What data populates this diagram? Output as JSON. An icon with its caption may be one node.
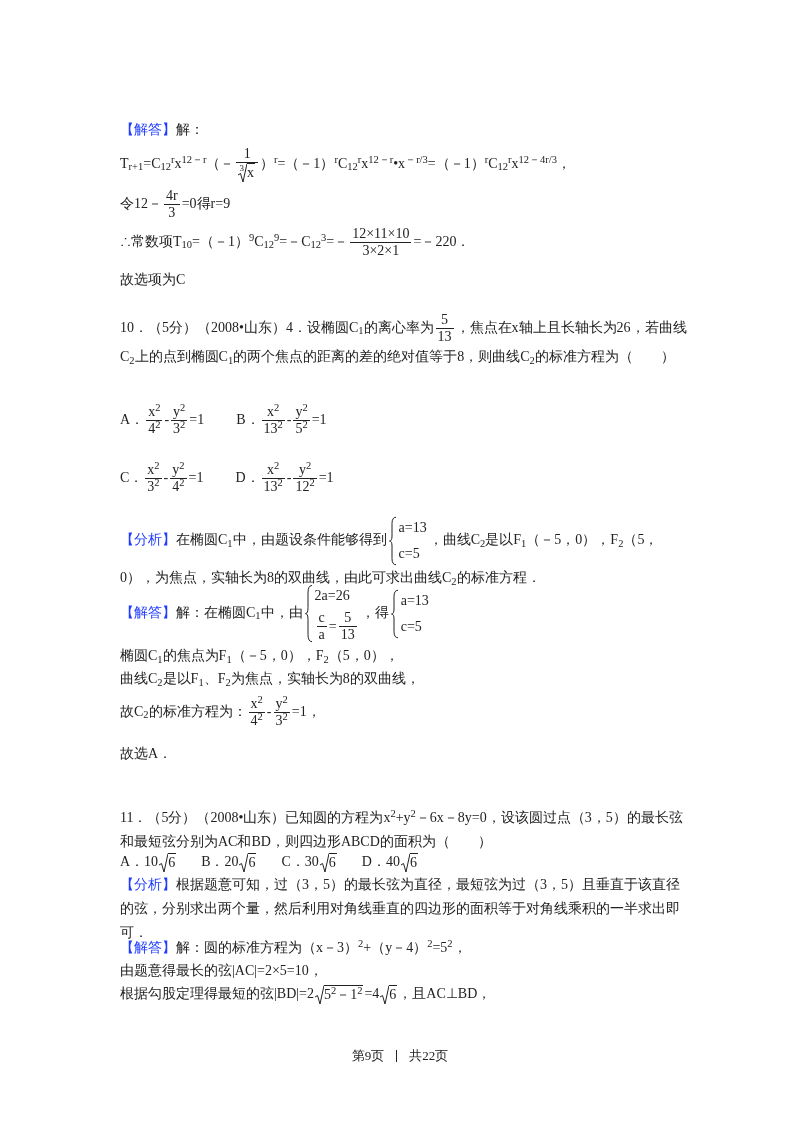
{
  "diagram": {
    "labels": [
      "【解答】",
      "解：",
      "T$_{r+1}$=C$_{12}$$^{r}$x$^{12－r}$（－",
      "1",
      "3",
      "x",
      "）$^{r}$=（－1）$^{r}$C$_{12}$$^{r}$x$^{12－r}$•x$^{－r/3}$=（－1）$^{r}$C$_{12}$$^{r}$x$^{12－4r/3}$，",
      "令12－",
      "4r",
      "3",
      "=0得r=9",
      "∴常数项T$_{10}$=（－1）$^{9}$C$_{12}$$^{9}$=－C$_{12}$$^{3}$=－",
      "12×11×10",
      "3×2×1",
      "=－220．",
      "故选项为C",
      "10．（5分）（2008•山东）4．设椭圆C$_{1}$的离心率为",
      "5",
      "13",
      "，焦点在x轴上且长轴长为26，若曲线C$_{2}$上的点到椭圆C$_{1}$的两个焦点的距离的差的绝对值等于8，则曲线C$_{2}$的标准方程为（　　）",
      "A．",
      "x$^{2}$",
      "4$^{2}$",
      "-",
      "y$^{2}$",
      "3$^{2}$",
      "=1",
      "B．",
      "x$^{2}$",
      "13$^{2}$",
      "-",
      "y$^{2}$",
      "5$^{2}$",
      "=1",
      "C．",
      "x$^{2}$",
      "3$^{2}$",
      "-",
      "y$^{2}$",
      "4$^{2}$",
      "=1",
      "D．",
      "x$^{2}$",
      "13$^{2}$",
      "-",
      "y$^{2}$",
      "12$^{2}$",
      "=1",
      "【分析】",
      "在椭圆C$_{1}$中，由题设条件能够得到",
      "a=13",
      "c=5",
      "，曲线C$_{2}$是以F$_{1}$（－5，0），F$_{2}$（5，0），为焦点，实轴长为8的双曲线，由此可求出曲线C$_{2}$的标准方程．",
      "【解答】",
      "解：在椭圆C$_{1}$中，由",
      "2a=26",
      "c",
      "a",
      "=",
      "5",
      "13",
      "，得",
      "a=13",
      "c=5",
      "椭圆C$_{1}$的焦点为F$_{1}$（－5，0），F$_{2}$（5，0），",
      "曲线C$_{2}$是以F$_{1}$、F$_{2}$为焦点，实轴长为8的双曲线，",
      "故C$_{2}$的标准方程为：",
      "x$^{2}$",
      "4$^{2}$",
      "-",
      "y$^{2}$",
      "3$^{2}$",
      "=1，",
      "故选A．",
      "11．（5分）（2008•山东）已知圆的方程为x$^{2}$+y$^{2}$－6x－8y=0，设该圆过点（3，5）的最长弦和最短弦分别为AC和BD，则四边形ABCD的面积为（　　）",
      "A．10",
      "6",
      "B．20",
      "6",
      "C．30",
      "6",
      "D．40",
      "6",
      "【分析】",
      "根据题意可知，过（3，5）的最长弦为直径，最短弦为过（3，5）且垂直于该直径的弦，分别求出两个量，然后利用对角线垂直的四边形的面积等于对角线乘积的一半求出即可．",
      "【解答】",
      "解：圆的标准方程为（x－3）$^{2}$+（y－4）$^{2}$=5$^{2}$，",
      "由题意得最长的弦|AC|=2×5=10，",
      "根据勾股定理得最短的弦|BD|=2",
      "5$^{2}$－1$^{2}$",
      "=4",
      "6",
      "，且AC⊥BD，",
      "第9页",
      "共22页"
    ]
  }
}
